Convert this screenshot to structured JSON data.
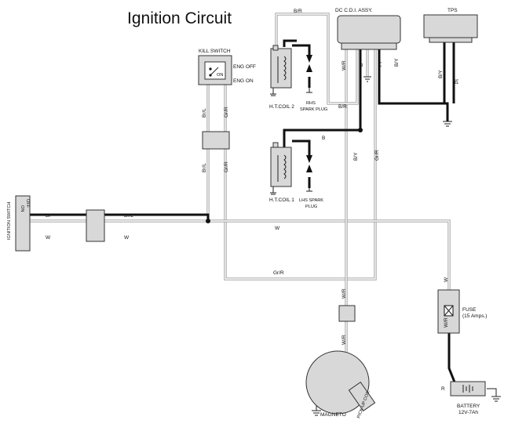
{
  "title": "Ignition Circuit",
  "components": {
    "kill_switch": "KILL SWITCH",
    "eng_off": "ENG OFF",
    "eng_on": "ENG ON",
    "on_mark": "ON",
    "cdi": "DC C.D.I. ASSY.",
    "tps": "TPS",
    "ht_coil_2": "H.T.COIL 2",
    "ht_coil_1": "H.T.COIL 1",
    "rhs_plug_1": "RHS",
    "rhs_plug_2": "SPARK PLUG",
    "lhs_plug_1": "LHS SPARK",
    "lhs_plug_2": "PLUG",
    "ignition_switch": "IGNITION SWITCH",
    "ign_on": "ON",
    "ign_off": "OFF",
    "fuse_1": "FUSE",
    "fuse_2": "(15 Amps.)",
    "battery_1": "BATTERY",
    "battery_2": "12V-7Ah",
    "magneto": "MAGNETO",
    "pickup_coil": "PICK-UP COIL"
  },
  "wire_labels": {
    "br": "Br",
    "br_l": "Br/L",
    "w": "W",
    "gr_r": "Gr/R",
    "b_r": "B/R",
    "b": "B",
    "b_y": "B/Y",
    "w_r": "W/R",
    "pi": "Pi",
    "r": "R"
  },
  "colors": {
    "black_wire": "#111111",
    "grey_wire": "#9a9a9a",
    "component_fill": "#d8d8d8"
  }
}
